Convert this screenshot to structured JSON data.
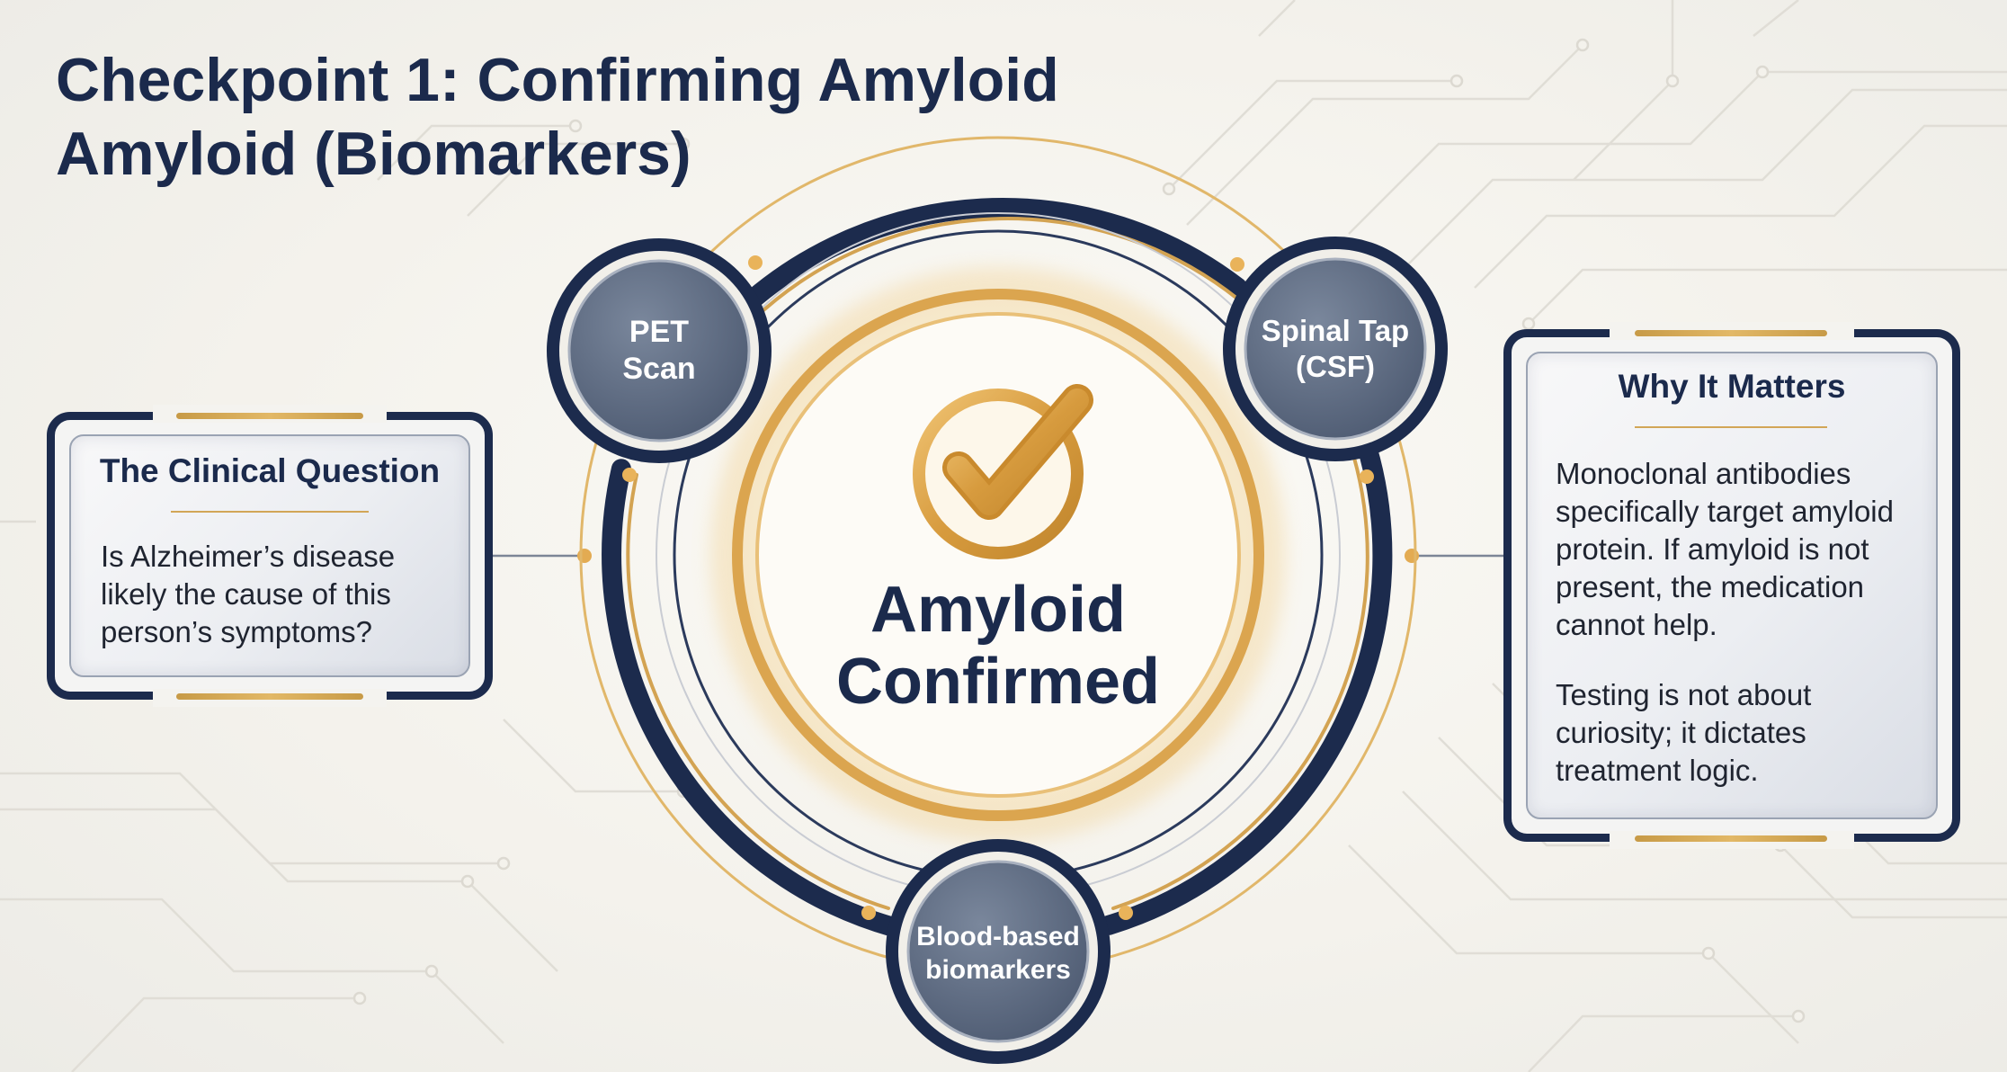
{
  "title": {
    "line1": "Checkpoint 1: Confirming Amyloid",
    "line2": "Amyloid (Biomarkers)"
  },
  "center": {
    "line1": "Amyloid",
    "line2": "Confirmed",
    "icon": "checkmark-icon"
  },
  "nodes": {
    "pet": {
      "line1": "PET",
      "line2": "Scan"
    },
    "csf": {
      "line1": "Spinal Tap",
      "line2": "(CSF)"
    },
    "blood": {
      "line1": "Blood-based",
      "line2": "biomarkers"
    }
  },
  "left_panel": {
    "heading": "The Clinical Question",
    "line1": "Is Alzheimer’s disease",
    "line2": "likely the cause of this",
    "line3": "person’s symptoms?"
  },
  "right_panel": {
    "heading": "Why It Matters",
    "p1_line1": "Monoclonal antibodies",
    "p1_line2": "specifically target amyloid",
    "p1_line3": "protein. If amyloid is not",
    "p1_line4": "present, the medication",
    "p1_line5": "cannot help.",
    "p2_line1": "Testing is not about",
    "p2_line2": "curiosity; it dictates",
    "p2_line3": "treatment logic."
  },
  "colors": {
    "navy": "#1c2b4d",
    "gold": "#d7a24c",
    "node_fill": "#5d6b82",
    "background": "#f4f2ec"
  }
}
